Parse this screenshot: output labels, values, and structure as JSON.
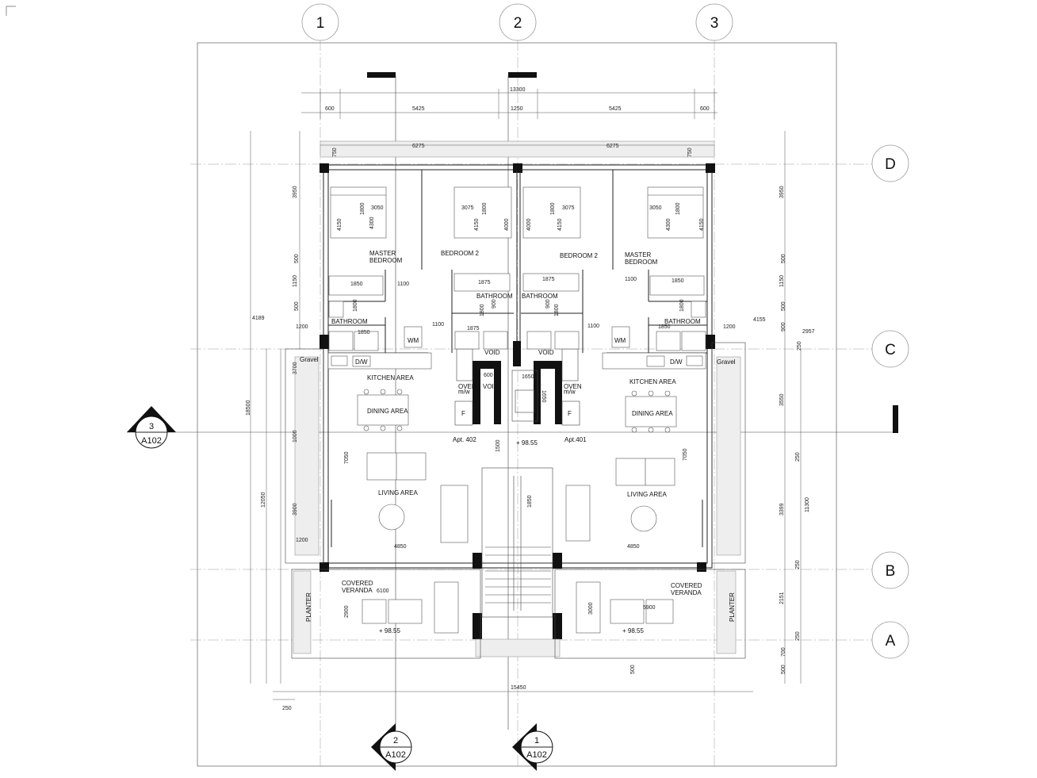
{
  "grid": {
    "columns": [
      "1",
      "2",
      "3"
    ],
    "rows": [
      "D",
      "C",
      "B",
      "A"
    ]
  },
  "sections": [
    {
      "num": "3",
      "sheet": "A102"
    },
    {
      "num": "2",
      "sheet": "A102"
    },
    {
      "num": "1",
      "sheet": "A102"
    }
  ],
  "rooms_left": {
    "master_bedroom": "MASTER\nBEDROOM",
    "bedroom2": "BEDROOM 2",
    "bathroom_a": "BATHROOM",
    "bathroom_b": "BATHROOM",
    "kitchen": "KITCHEN AREA",
    "dining": "DINING AREA",
    "living": "LIVING AREA",
    "veranda": "COVERED\nVERANDA",
    "apt": "Apt. 402",
    "planter": "PLANTER",
    "gravel": "Gravel"
  },
  "rooms_right": {
    "master_bedroom": "MASTER\nBEDROOM",
    "bedroom2": "BEDROOM 2",
    "bathroom_a": "BATHROOM",
    "bathroom_b": "BATHROOM",
    "kitchen": "KITCHEN AREA",
    "dining": "DINING AREA",
    "living": "LIVING AREA",
    "veranda": "COVERED\nVERANDA",
    "apt": "Apt.401",
    "planter": "PLANTER",
    "gravel": "Gravel"
  },
  "fixtures": {
    "wm": "WM",
    "dw": "D/W",
    "oven": "OVEN\nm/w",
    "fridge": "F",
    "void": "VOID"
  },
  "levels": {
    "lobby": "+ 98.55",
    "veranda_left": "+ 98.55",
    "veranda_right": "+ 98.55"
  },
  "dimensions": {
    "top_total": "13300",
    "top_600_l": "600",
    "top_5425_l": "5425",
    "top_1250": "1250",
    "top_5425_r": "5425",
    "top_600_r": "600",
    "planter_6275_l": "6275",
    "planter_6275_r": "6275",
    "d750_l": "750",
    "d750_r": "750",
    "bottom_total": "15450",
    "bottom_250": "250",
    "bottom_500": "500",
    "left_18500": "18500",
    "left_12050": "12050",
    "left_4189": "4189",
    "left_3950": "3950",
    "left_500a": "500",
    "left_1150": "1150",
    "left_500b": "500",
    "left_1200a": "1200",
    "left_3700": "3700",
    "left_1000": "1000",
    "left_3900": "3900",
    "left_1200b": "1200",
    "right_3950": "3950",
    "right_500a": "500",
    "right_1150": "1150",
    "right_500b": "500",
    "right_900": "900",
    "right_4155": "4155",
    "right_2957": "2957",
    "right_250a": "250",
    "right_3550": "3550",
    "right_250b": "250",
    "right_11300": "11300",
    "right_3399": "3399",
    "right_250c": "250",
    "right_2151": "2151",
    "right_250d": "250",
    "right_700": "700",
    "right_500c": "500",
    "right_1200": "1200",
    "bed_l_3050": "3050",
    "bed_l_1800": "1800",
    "bed_l_4150": "4150",
    "bed_l_4300": "4300",
    "bed_l_1850": "1850",
    "bed_l_1100": "1100",
    "bath_l_1800": "1800",
    "bath_l_1850": "1850",
    "bed2_l_3075": "3075",
    "bed2_l_1800": "1800",
    "bed2_l_4150": "4150",
    "bed2_l_4000": "4000",
    "bed2_l_1875a": "1875",
    "bath2_l_900": "900",
    "bath2_l_1800": "1800",
    "bath2_l_1875": "1875",
    "hall_l_1100": "1100",
    "bed2_r_3075": "3075",
    "bed2_r_1800": "1800",
    "bed2_r_4150": "4150",
    "bed2_r_4000": "4000",
    "bed2_r_1875": "1875",
    "bath2_r_900": "900",
    "bath2_r_1800": "1800",
    "hall_r_1100": "1100",
    "bed_r_3050": "3050",
    "bed_r_1800": "1800",
    "bed_r_4300": "4300",
    "bed_r_4150": "4150",
    "bed_r_1100": "1100",
    "bed_r_1850": "1850",
    "bath_r_1800": "1800",
    "bath_r_1850": "1850",
    "core_600": "600",
    "core_1650a": "1650",
    "core_1650b": "1650",
    "lobby_1500": "1500",
    "stair_1850": "1850",
    "liv_l_7050": "7050",
    "liv_l_4850": "4850",
    "liv_r_7050": "7050",
    "liv_r_4850": "4850",
    "ver_l_6100": "6100",
    "ver_l_2900": "2900",
    "ver_r_5900": "5900",
    "ver_r_3000": "3000"
  }
}
